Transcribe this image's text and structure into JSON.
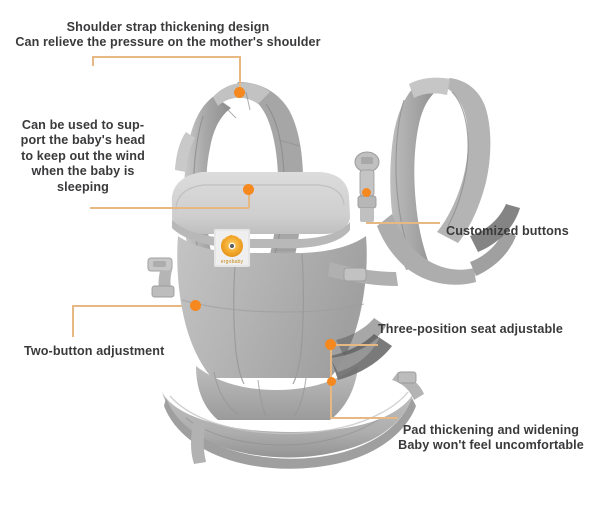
{
  "product": {
    "name": "ergobaby baby carrier",
    "logo_text": "ergobaby",
    "colors": {
      "accent": "#f5881f",
      "leader_line": "#e8b884",
      "text": "#3a3a3c",
      "fabric_light": "#d2d2d2",
      "fabric_mid": "#b9b9b9",
      "fabric_dark": "#9a9a9a",
      "fabric_shadow": "#6f6f6f",
      "background": "#ffffff"
    }
  },
  "callouts": [
    {
      "id": "shoulder-strap",
      "text": "Shoulder strap thickening design\nCan relieve the pressure on the mother's shoulder",
      "align": "center"
    },
    {
      "id": "head-support",
      "text": "Can be used to sup-\nport the baby's head\nto keep out the wind\nwhen the baby is\nsleeping",
      "align": "center"
    },
    {
      "id": "customized-buttons",
      "text": "Customized buttons",
      "align": "left"
    },
    {
      "id": "two-button-adjustment",
      "text": "Two-button adjustment",
      "align": "left"
    },
    {
      "id": "three-position-seat",
      "text": "Three-position seat adjustable",
      "align": "left"
    },
    {
      "id": "pad-thickening",
      "text": "Pad thickening and widening\nBaby won't feel uncomfortable",
      "align": "center"
    }
  ]
}
